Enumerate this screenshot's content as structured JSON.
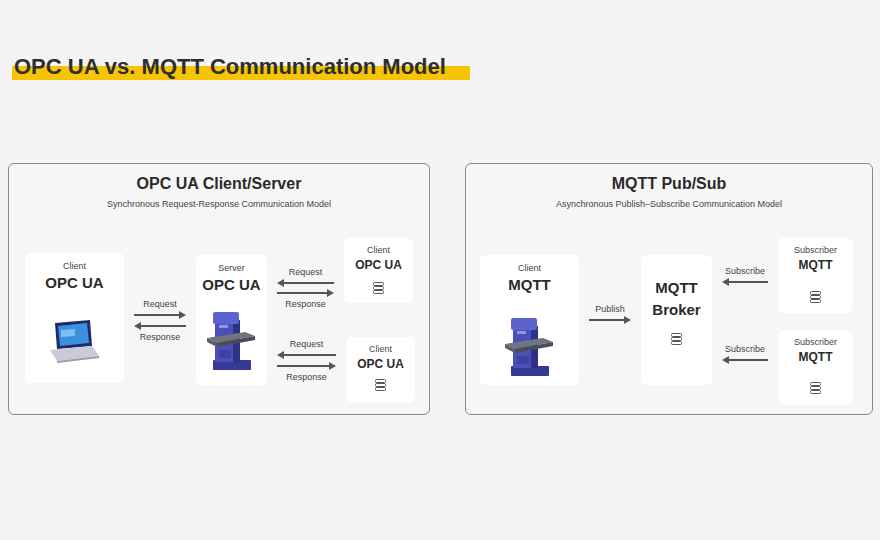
{
  "diagram": {
    "title": "OPC UA vs. MQTT Communication Model",
    "nodes": [
      {
        "text": [
          "OPC UA Client/Server",
          "Synchronous Request-Response Communication Model"
        ]
      },
      {
        "text": [
          "Client",
          "OPC UA"
        ],
        "in": 0
      },
      {
        "text": [
          "Server",
          "OPC UA"
        ],
        "in": 0
      },
      {
        "text": [
          "Client",
          "OPC UA"
        ],
        "in": 0
      },
      {
        "text": [
          "Client",
          "OPC UA"
        ],
        "in": 0
      },
      {
        "text": [
          "MQTT Pub/Sub",
          "Asynchronous Publish–Subscribe Communication Model"
        ]
      },
      {
        "text": [
          "Client",
          "MQTT"
        ],
        "in": 5
      },
      {
        "text": [
          "MQTT Broker"
        ],
        "in": 5
      },
      {
        "text": [
          "Subscriber",
          "MQTT"
        ],
        "in": 5
      },
      {
        "text": [
          "Subscriber",
          "MQTT"
        ],
        "in": 5
      }
    ],
    "edges": [
      {
        "from": 1,
        "to": 2,
        "label": "Request",
        "arrow": "to"
      },
      {
        "from": 2,
        "to": 1,
        "label": "Response",
        "arrow": "to"
      },
      {
        "from": 3,
        "to": 2,
        "label": "Request",
        "arrow": "to"
      },
      {
        "from": 2,
        "to": 3,
        "label": "Response",
        "arrow": "to"
      },
      {
        "from": 4,
        "to": 2,
        "label": "Request",
        "arrow": "to"
      },
      {
        "from": 2,
        "to": 4,
        "label": "Response",
        "arrow": "to"
      },
      {
        "from": 6,
        "to": 7,
        "label": "Publish",
        "arrow": "to"
      },
      {
        "from": 8,
        "to": 7,
        "label": "Subscribe",
        "arrow": "to"
      },
      {
        "from": 9,
        "to": 7,
        "label": "Subscribe",
        "arrow": "to"
      }
    ]
  }
}
